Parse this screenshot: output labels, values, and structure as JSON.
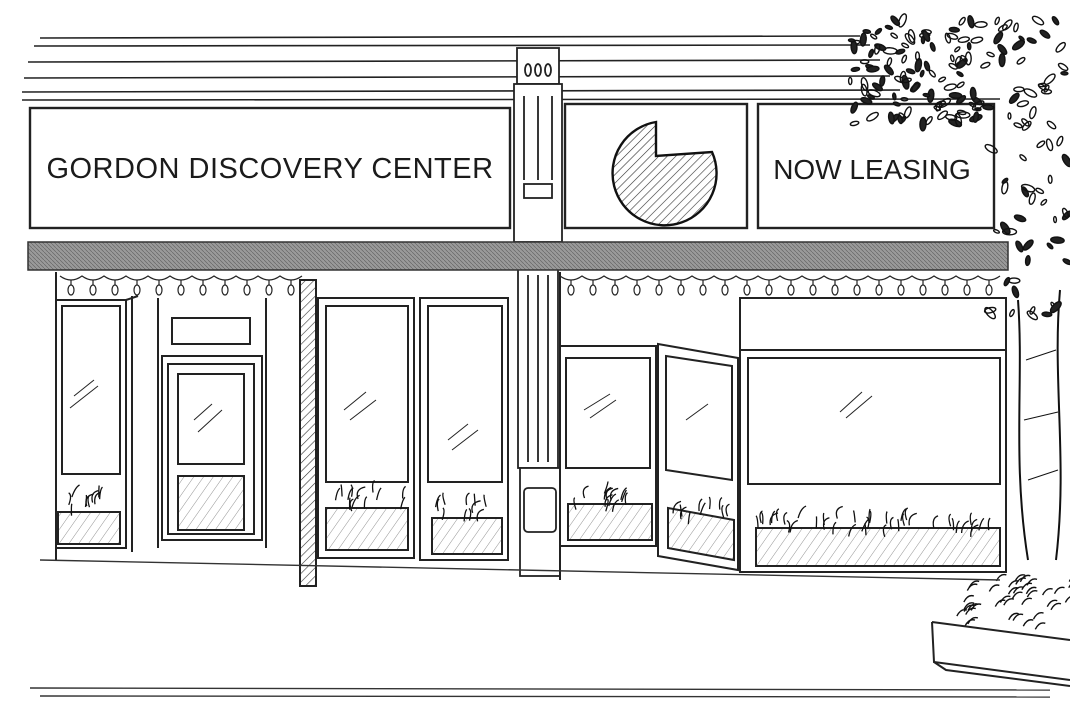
{
  "signs": {
    "main_sign": "GORDON DISCOVERY CENTER",
    "leasing_sign": "NOW LEASING"
  },
  "logo": {
    "name": "gordon-logo",
    "description_icon": "partial-circle-logo-icon"
  },
  "colors": {
    "ink": "#1b1b1b",
    "paper": "#ffffff",
    "awning": "#8a8a8a"
  }
}
